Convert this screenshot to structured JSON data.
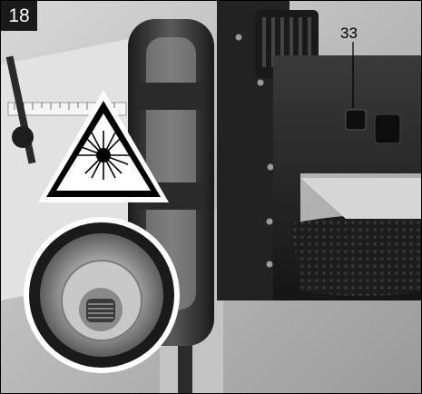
{
  "figure": {
    "number": "18",
    "callout": "33"
  },
  "icons": {
    "warning": "laser-warning-triangle-icon",
    "inset": "laser-lens-closeup"
  },
  "colors": {
    "badge_bg": "#1a1a1a",
    "badge_text": "#ffffff",
    "saw_body": "#2a2a2a",
    "metal": "#bdbdbd"
  }
}
